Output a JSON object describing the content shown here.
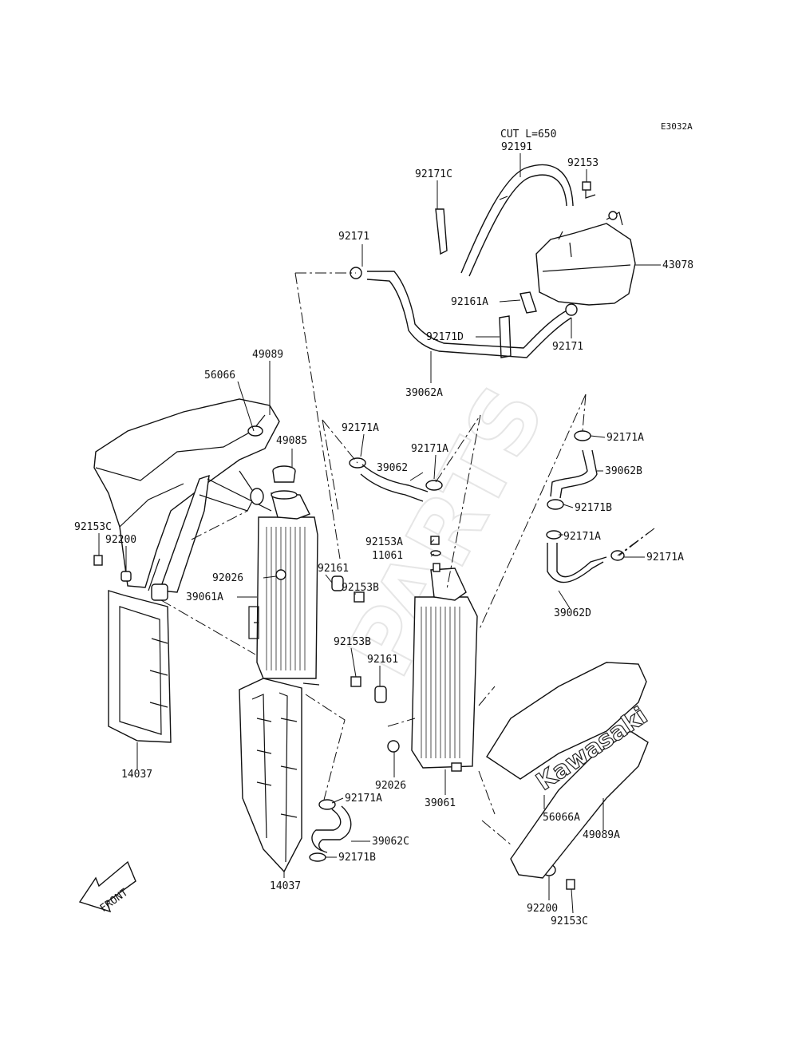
{
  "diagram": {
    "code": "E3032A",
    "cut_note": "CUT L=650",
    "front_label": "FRONT",
    "brand_text": "Kawasaki",
    "labels": [
      "92191",
      "92153",
      "92171C",
      "43078",
      "92171",
      "92161A",
      "92171D",
      "92171",
      "39062A",
      "49089",
      "56066",
      "92171A",
      "49085",
      "39062",
      "92171A",
      "92171A",
      "39062B",
      "92171B",
      "92153C",
      "92200",
      "92153A",
      "11061",
      "92171A",
      "92171A",
      "92026",
      "92161",
      "39061A",
      "92153B",
      "39062D",
      "92153B",
      "92161",
      "14037",
      "92026",
      "39061",
      "92171A",
      "39062C",
      "92171B",
      "56066A",
      "49089A",
      "14037",
      "92200",
      "92153C"
    ]
  }
}
